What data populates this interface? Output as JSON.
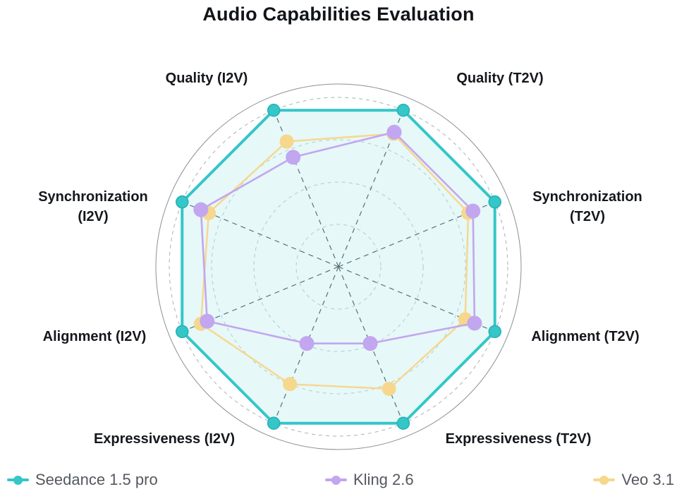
{
  "title": "Audio Capabilities Evaluation",
  "chart_data": {
    "type": "radar",
    "title": "Audio Capabilities Evaluation",
    "axes": [
      {
        "label": "Quality (I2V)"
      },
      {
        "label": "Quality (T2V)"
      },
      {
        "label": "Synchronization (T2V)"
      },
      {
        "label": "Alignment (T2V)"
      },
      {
        "label": "Expressiveness (T2V)"
      },
      {
        "label": "Expressiveness (I2V)"
      },
      {
        "label": "Alignment (I2V)"
      },
      {
        "label": "Synchronization (I2V)"
      }
    ],
    "scale": {
      "min": 0,
      "max": 10,
      "ring_values": [
        2.5,
        5,
        7.5,
        10
      ],
      "grid": "dashed-circles-and-spokes"
    },
    "series": [
      {
        "name": "Seedance 1.5 pro",
        "color": "#35C6C8",
        "fill": "rgba(53,198,200,0.12)",
        "values": [
          10,
          10,
          10,
          10,
          10,
          10,
          10,
          10
        ]
      },
      {
        "name": "Kling 2.6",
        "color": "#C2A6F0",
        "fill": "none",
        "values": [
          7.0,
          8.6,
          8.6,
          8.7,
          4.9,
          4.9,
          8.4,
          8.8
        ]
      },
      {
        "name": "Veo 3.1",
        "color": "#F7D78C",
        "fill": "none",
        "values": [
          8.0,
          8.5,
          8.3,
          8.1,
          7.8,
          7.5,
          8.8,
          8.3
        ]
      }
    ],
    "legend_position": "bottom"
  },
  "colors": {
    "background": "#ffffff",
    "title_text": "#111418",
    "axis_label_text": "#14171c",
    "legend_text": "#54595f",
    "outer_circle": "#8a9096",
    "grid_ring": "#c7ccd2",
    "outer_grid_ring": "#aab0b7",
    "spoke": "#5d666e"
  }
}
